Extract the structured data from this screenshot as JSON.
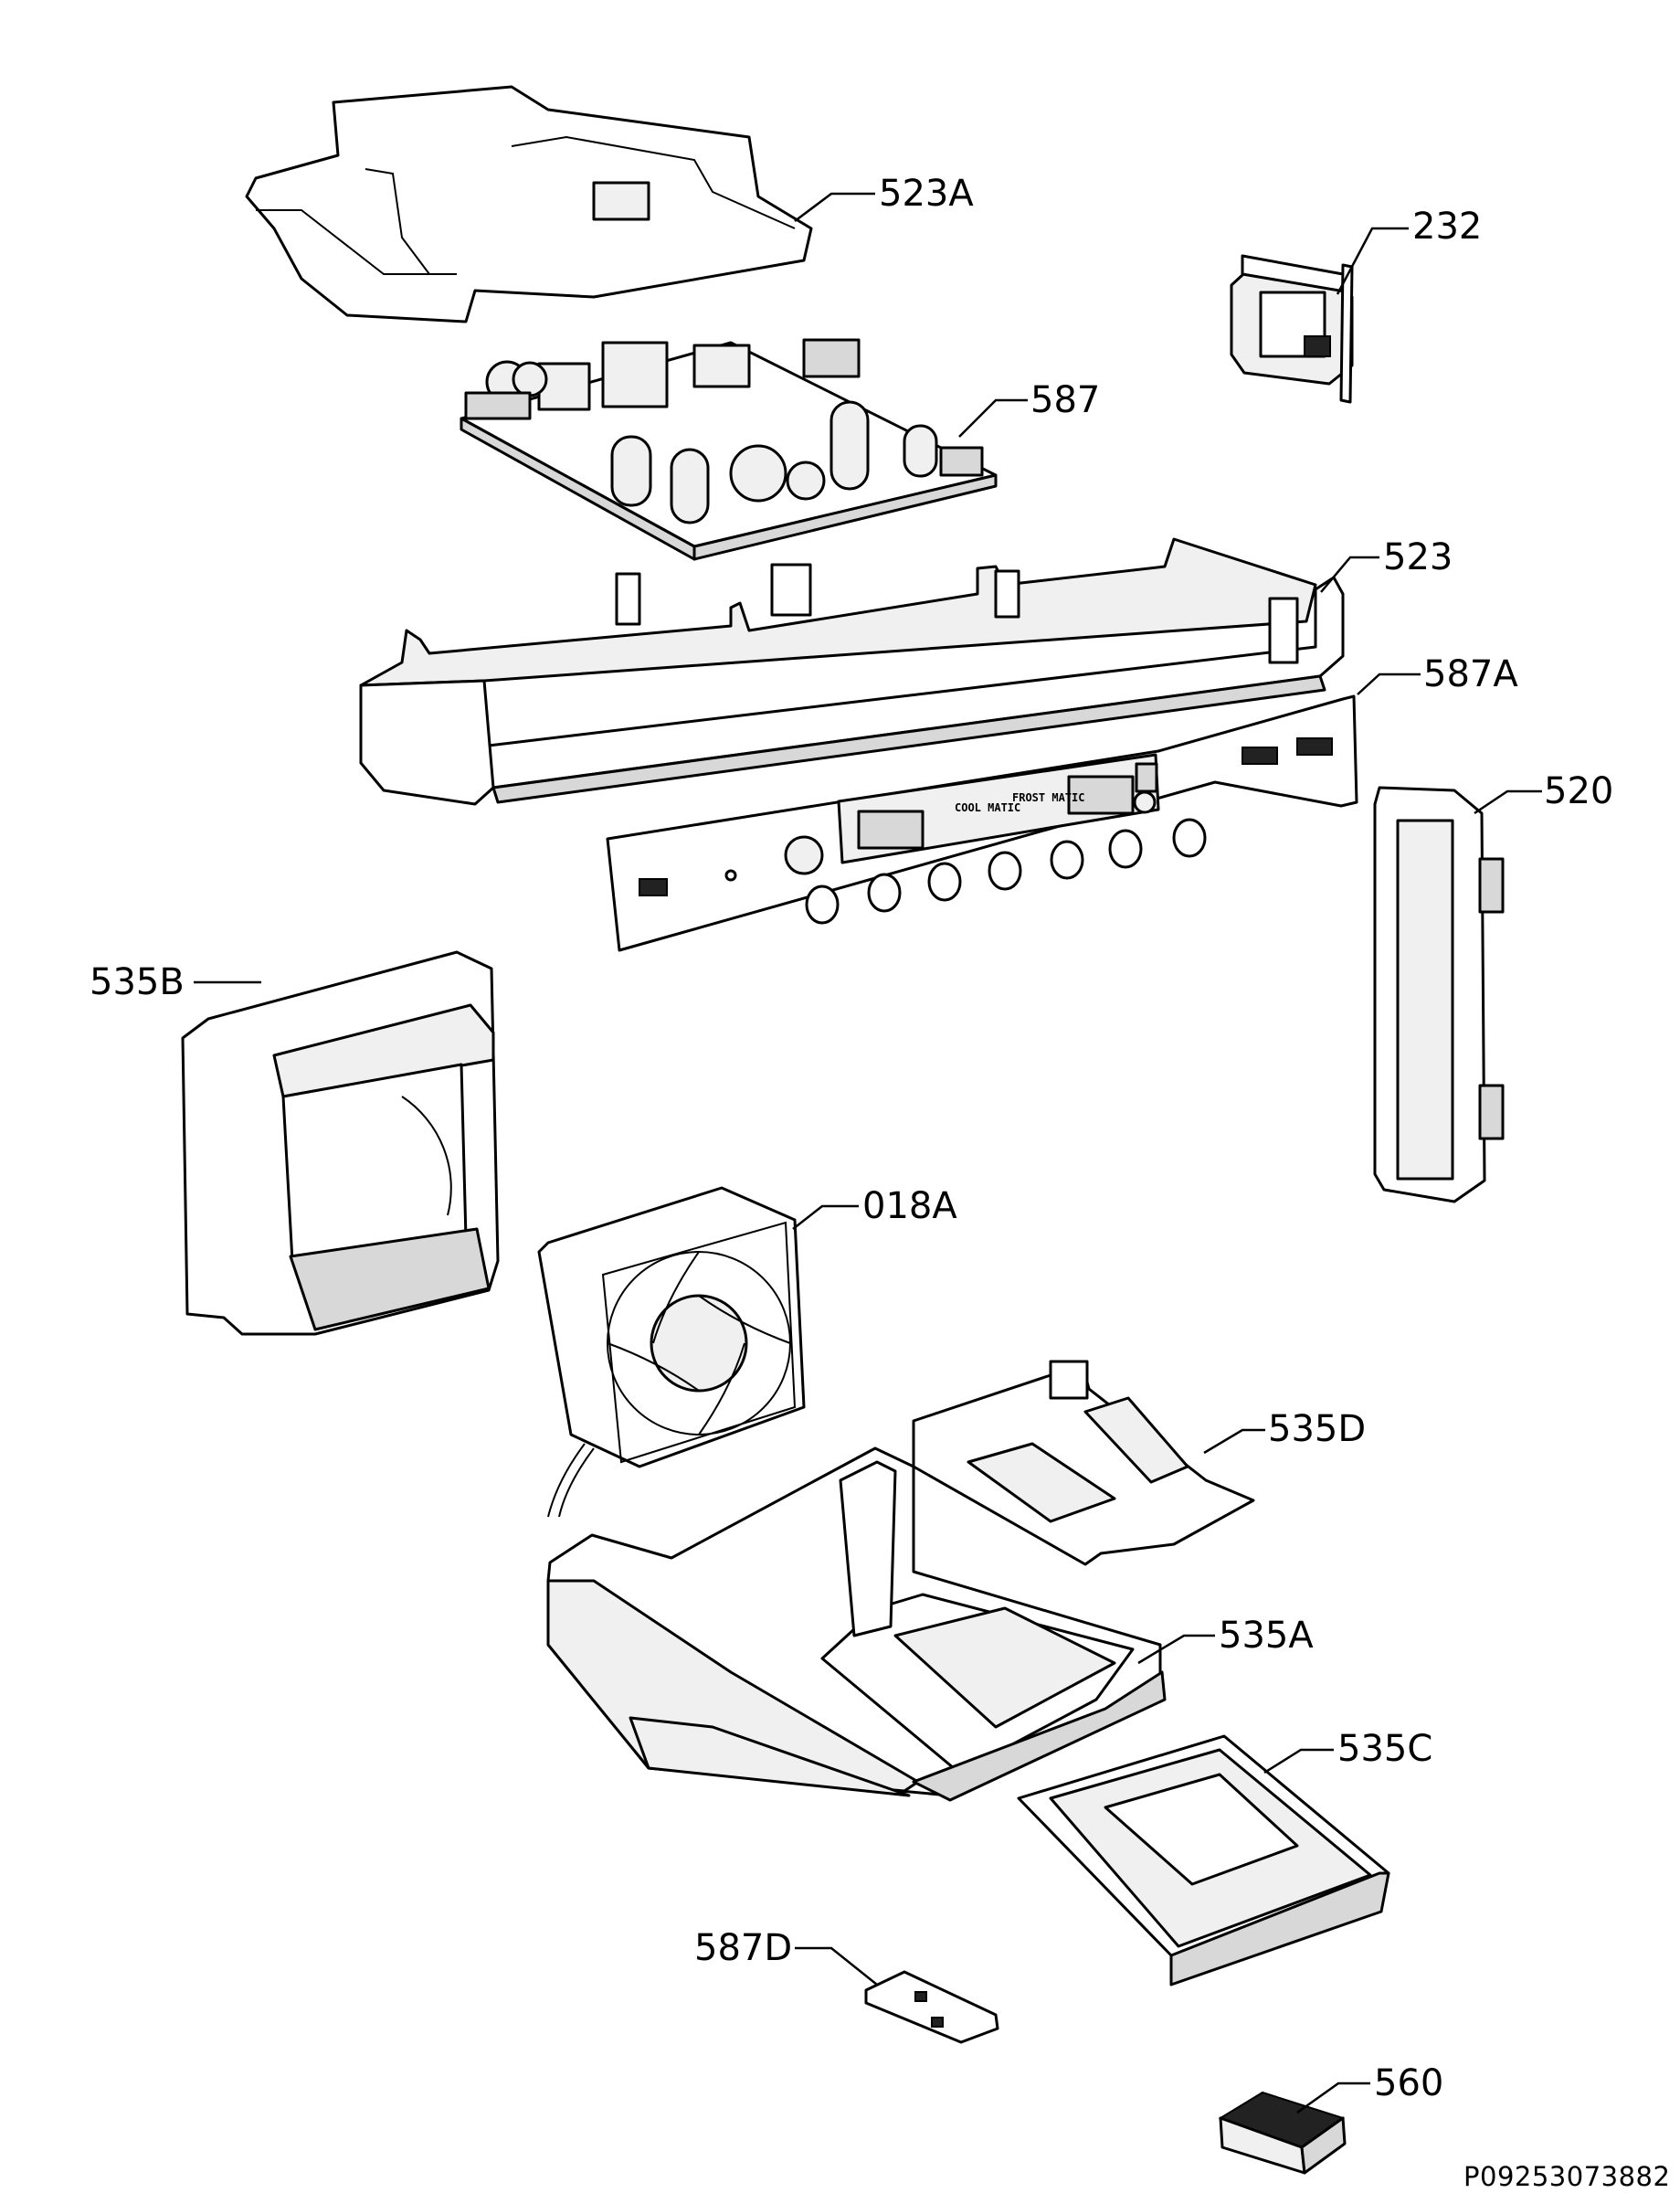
{
  "callouts": {
    "c523A": "523A",
    "c232": "232",
    "c587": "587",
    "c523": "523",
    "c587A": "587A",
    "c520": "520",
    "c535B": "535B",
    "c018A": "018A",
    "c535D": "535D",
    "c535A": "535A",
    "c535C": "535C",
    "c587D": "587D",
    "c560": "560"
  },
  "control_panel": {
    "coolmatic_label": "COOL MATIC",
    "frostmatic_label": "FROST MATIC"
  },
  "document_code": "P09253073882"
}
